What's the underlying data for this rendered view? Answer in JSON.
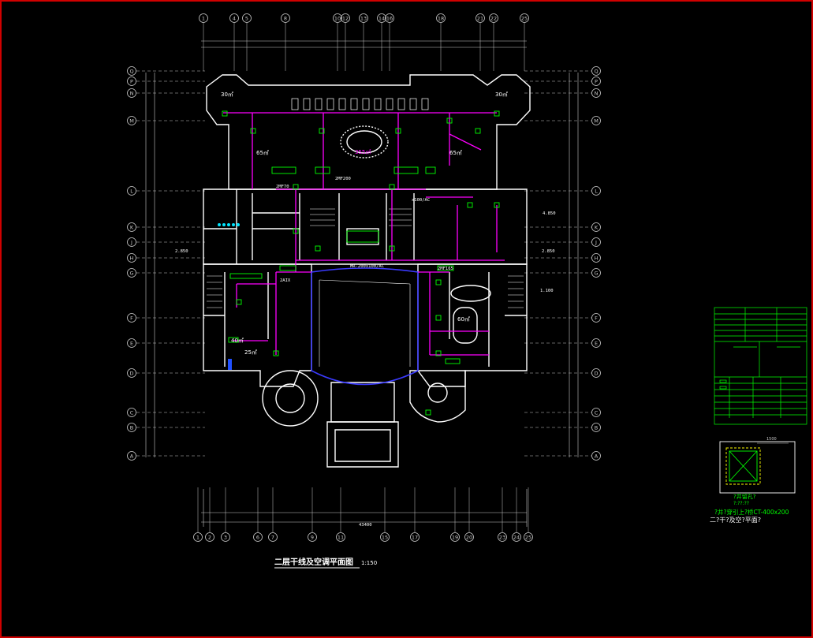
{
  "title": "二层干线及空调平面图",
  "scale": "1:150",
  "colors": {
    "frame": "#d00000",
    "wall": "#ffffff",
    "duct": "#ff00ff",
    "equipment": "#00ff00",
    "glass": "#3a3aff",
    "dim": "#c8c8c8",
    "label": "#ffffff"
  },
  "grid_top": [
    "1",
    "4",
    "5",
    "8",
    "10",
    "12",
    "13",
    "14",
    "16",
    "18",
    "21",
    "22",
    "25"
  ],
  "grid_bottom": [
    "1",
    "2",
    "3",
    "6",
    "7",
    "9",
    "11",
    "15",
    "17",
    "19",
    "20",
    "23",
    "24",
    "25"
  ],
  "grid_rows": [
    "Q",
    "P",
    "N",
    "M",
    "L",
    "K",
    "J",
    "H",
    "G",
    "F",
    "E",
    "D",
    "C",
    "B",
    "A"
  ],
  "room_labels": {
    "area_30_left": "30㎡",
    "area_30_right": "30㎡",
    "area_65_left": "65㎡",
    "area_355": "355㎡",
    "area_65_right": "65㎡",
    "area_40": "40㎡",
    "area_25": "25㎡",
    "area_60": "60㎡"
  },
  "duct_labels": {
    "main_trunk": "MR-200x100/AC",
    "branch_right": "x100/AC",
    "branch_left": "2MF70",
    "branch_mid": "2MF200",
    "sub_1": "2AIX",
    "sub_2": "2MF165"
  },
  "elevations": {
    "left_h": "2.850",
    "right_h": "2.850",
    "right_k": "4.850",
    "right_f": "1.100"
  },
  "dim_total_bottom": "43400",
  "detail": {
    "caption": "二?干?及空?平面?",
    "note1": "?井留孔?",
    "note2": "?:??:??",
    "note3": "?井?穿引上?桥CT-400x200",
    "dim_top": "1500"
  }
}
